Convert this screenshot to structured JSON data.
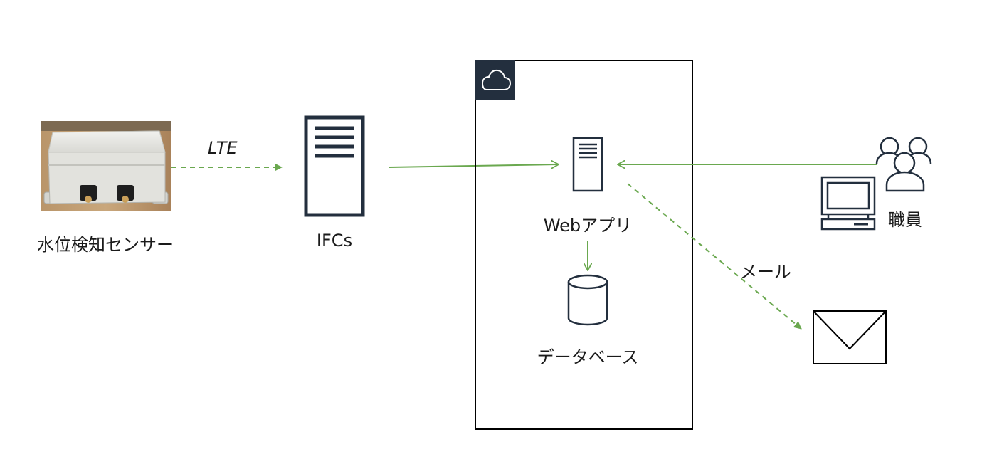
{
  "nodes": {
    "sensor": {
      "label": "水位検知センサー"
    },
    "ifcs": {
      "label": "IFCs"
    },
    "cloud": {
      "icon": "cloud-icon"
    },
    "webapp": {
      "label": "Webアプリ"
    },
    "database": {
      "label": "データベース"
    },
    "staff": {
      "label": "職員"
    },
    "mail": {
      "icon": "envelope-icon"
    }
  },
  "edges": {
    "sensor_to_ifcs": {
      "label": "LTE",
      "style": "dashed"
    },
    "ifcs_to_webapp": {
      "style": "solid"
    },
    "staff_to_webapp": {
      "style": "solid"
    },
    "webapp_to_database": {
      "style": "solid"
    },
    "webapp_to_mail": {
      "label": "メール",
      "style": "dashed"
    }
  },
  "colors": {
    "arrow": "#6aa84f",
    "icon": "#232f3e",
    "frame": "#000000",
    "cloud_tab": "#232f3e"
  }
}
